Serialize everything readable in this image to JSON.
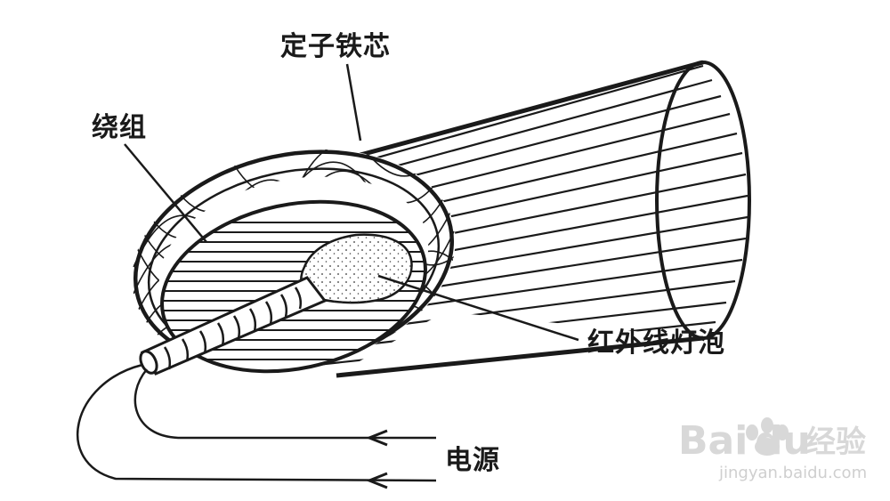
{
  "labels": {
    "stator_core": "定子铁芯",
    "winding": "绕组",
    "infrared_lamp": "红外线灯泡",
    "power_source": "电源"
  },
  "watermark": {
    "brand": "Bai",
    "brand_tail": "du",
    "chinese": "经验",
    "url": "jingyan.baidu.com"
  },
  "colors": {
    "ink": "#1a1a1a",
    "watermark": "#d8d8d8"
  }
}
